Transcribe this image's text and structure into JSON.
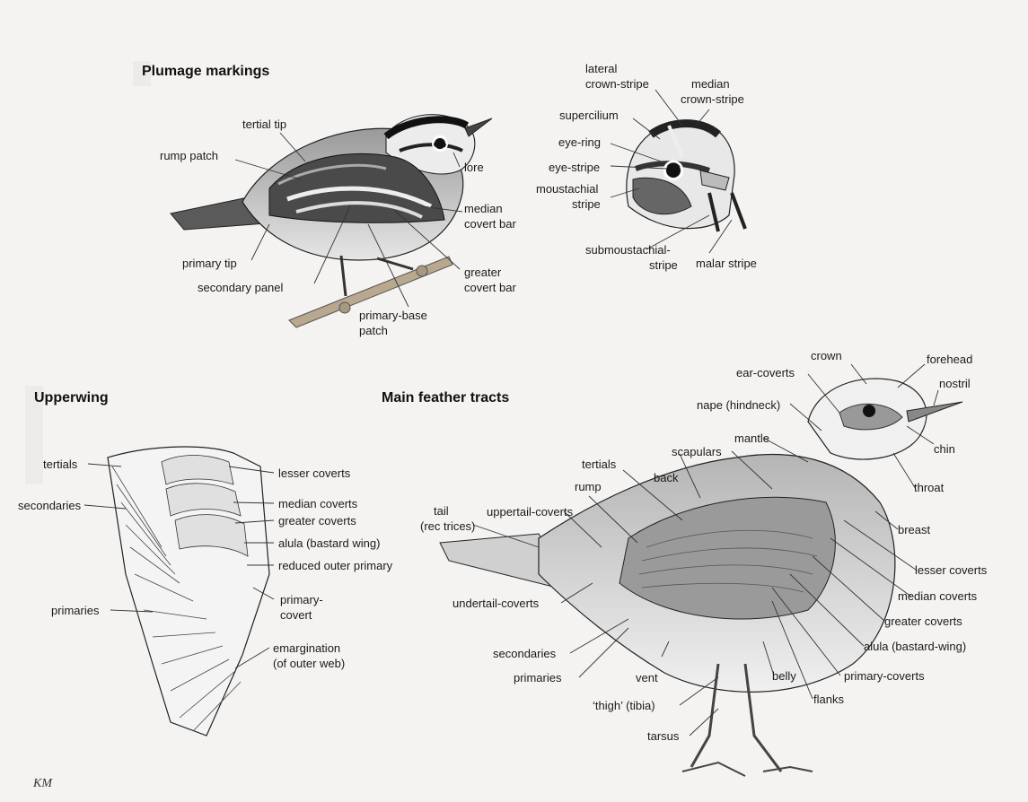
{
  "plumage": {
    "title": "Plumage markings",
    "labels": {
      "tertial_tip": "tertial tip",
      "rump_patch": "rump patch",
      "lore": "lore",
      "median_covert_bar": [
        "median",
        "covert bar"
      ],
      "primary_tip": "primary tip",
      "secondary_panel": "secondary panel",
      "greater_covert_bar": [
        "greater",
        "covert bar"
      ],
      "primary_base_patch": [
        "primary-base",
        "patch"
      ]
    }
  },
  "head": {
    "labels": {
      "lateral_crown_stripe": [
        "lateral",
        "crown-stripe"
      ],
      "median_crown_stripe": [
        "median",
        "crown-stripe"
      ],
      "supercilium": "supercilium",
      "eye_ring": "eye-ring",
      "eye_stripe": "eye-stripe",
      "moustachial_stripe": [
        "moustachial",
        "stripe"
      ],
      "submoustachial_stripe": [
        "submoustachial-",
        "stripe"
      ],
      "malar_stripe": "malar stripe"
    }
  },
  "upperwing": {
    "title": "Upperwing",
    "labels": {
      "tertials": "tertials",
      "secondaries": "secondaries",
      "primaries": "primaries",
      "lesser_coverts": "lesser coverts",
      "median_coverts": "median coverts",
      "greater_coverts": "greater coverts",
      "alula": "alula (bastard wing)",
      "reduced_outer_primary": "reduced outer primary",
      "primary_covert": [
        "primary-",
        "covert"
      ],
      "emargination": [
        "emargination",
        "(of outer web)"
      ]
    }
  },
  "tracts": {
    "title": "Main feather tracts",
    "labels": {
      "crown": "crown",
      "forehead": "forehead",
      "ear_coverts": "ear-coverts",
      "nostril": "nostril",
      "nape": "nape (hindneck)",
      "chin": "chin",
      "mantle": "mantle",
      "scapulars": "scapulars",
      "throat": "throat",
      "tertials": "tertials",
      "back": "back",
      "rump": "rump",
      "tail": [
        "tail",
        "(rec trices)"
      ],
      "uppertail_coverts": "uppertail-coverts",
      "breast": "breast",
      "lesser_coverts": "lesser coverts",
      "median_coverts": "median coverts",
      "undertail_coverts": "undertail-coverts",
      "greater_coverts": "greater coverts",
      "alula": "alula (bastard-wing)",
      "secondaries": "secondaries",
      "primaries": "primaries",
      "vent": "vent",
      "belly": "belly",
      "primary_coverts": "primary-coverts",
      "thigh": "‘thigh’ (tibia)",
      "flanks": "flanks",
      "tarsus": "tarsus"
    }
  },
  "credit": "KM",
  "colors": {
    "background": "#f4f3f1",
    "ink": "#1a1a1a",
    "bird_dark": "#3a3a3a",
    "bird_mid": "#8a8a8a",
    "bird_light": "#d6d6d6"
  }
}
